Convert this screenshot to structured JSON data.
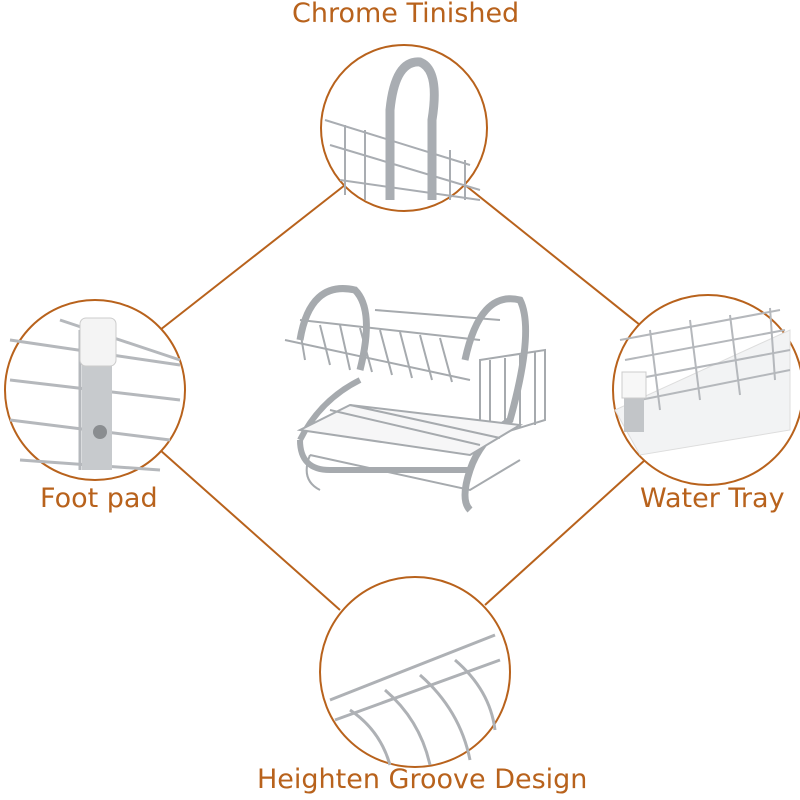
{
  "labels": {
    "top": "Chrome Tinished",
    "left": "Foot pad",
    "right": "Water Tray",
    "bottom": "Heighten Groove Design"
  },
  "colors": {
    "accent": "#b8621c",
    "metal": "#b9bcc0"
  }
}
